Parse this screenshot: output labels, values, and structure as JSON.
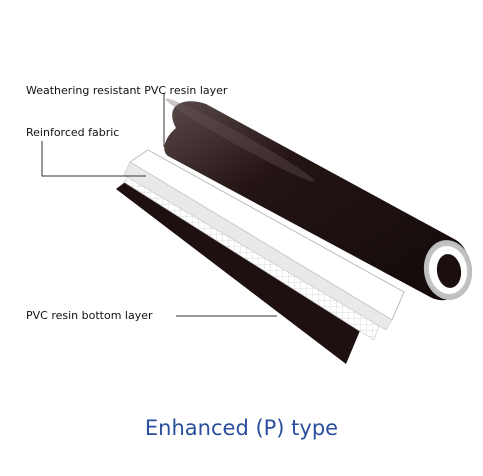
{
  "labels": {
    "top_layer": "Weathering resistant PVC resin layer",
    "fabric": "Reinforced fabric",
    "bottom_layer": "PVC resin bottom layer"
  },
  "caption": "Enhanced (P) type",
  "colors": {
    "roll": "#2a1616",
    "caption": "#2a4f9e",
    "leader": "#333333",
    "fabric_grid": "#c8c8c8"
  }
}
